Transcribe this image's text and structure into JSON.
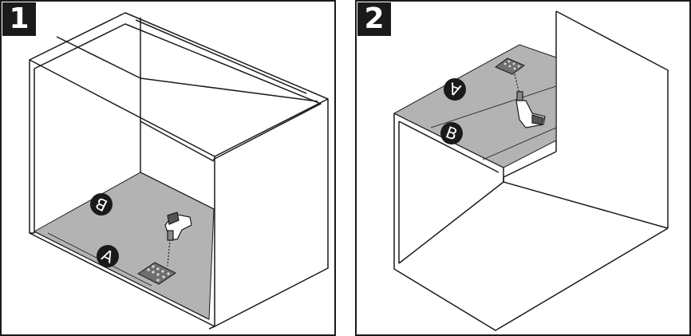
{
  "steps": [
    {
      "number": "1",
      "callouts": [
        "A",
        "B"
      ]
    },
    {
      "number": "2",
      "callouts": [
        "A",
        "B"
      ]
    }
  ],
  "colors": {
    "outline": "#1a1a1a",
    "board_fill": "#b3b3b3",
    "badge_fill": "#1a1a1a",
    "plate_fill": "#6f6f6f"
  },
  "icons": [
    "power-drill-icon",
    "mounting-plate-icon"
  ]
}
